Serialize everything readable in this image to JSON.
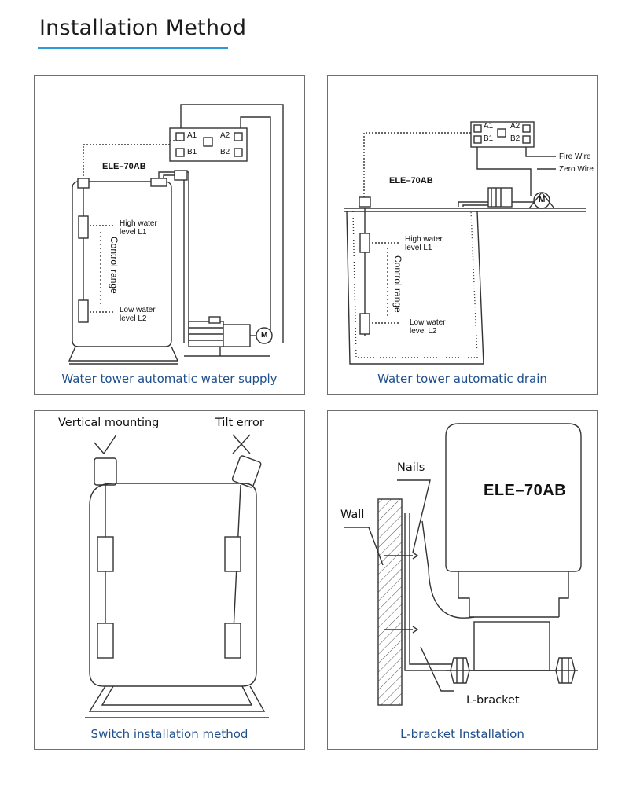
{
  "page": {
    "title": "Installation Method",
    "accent_color": "#2a9bd8",
    "caption_color": "#1f4f8c"
  },
  "panels": {
    "supply": {
      "caption": "Water tower automatic water supply",
      "model": "ELE–70AB",
      "terminals": {
        "a1": "A1",
        "a2": "A2",
        "b1": "B1",
        "b2": "B2"
      },
      "high_level": [
        "High water",
        "level L1"
      ],
      "low_level": [
        "Low water",
        "level L2"
      ],
      "control_range": "Control range",
      "motor": "M"
    },
    "drain": {
      "caption": "Water tower automatic drain",
      "model": "ELE–70AB",
      "terminals": {
        "a1": "A1",
        "a2": "A2",
        "b1": "B1",
        "b2": "B2"
      },
      "fire_wire": "Fire Wire",
      "zero_wire": "Zero Wire",
      "high_level": [
        "High water",
        "level L1"
      ],
      "low_level": [
        "Low water",
        "level L2"
      ],
      "control_range": "Control range",
      "motor": "M"
    },
    "switch": {
      "caption": "Switch installation method",
      "vertical": "Vertical mounting",
      "tilt": "Tilt error"
    },
    "bracket": {
      "caption": "L-bracket Installation",
      "model": "ELE–70AB",
      "nails": "Nails",
      "wall": "Wall",
      "l_bracket": "L-bracket"
    }
  }
}
